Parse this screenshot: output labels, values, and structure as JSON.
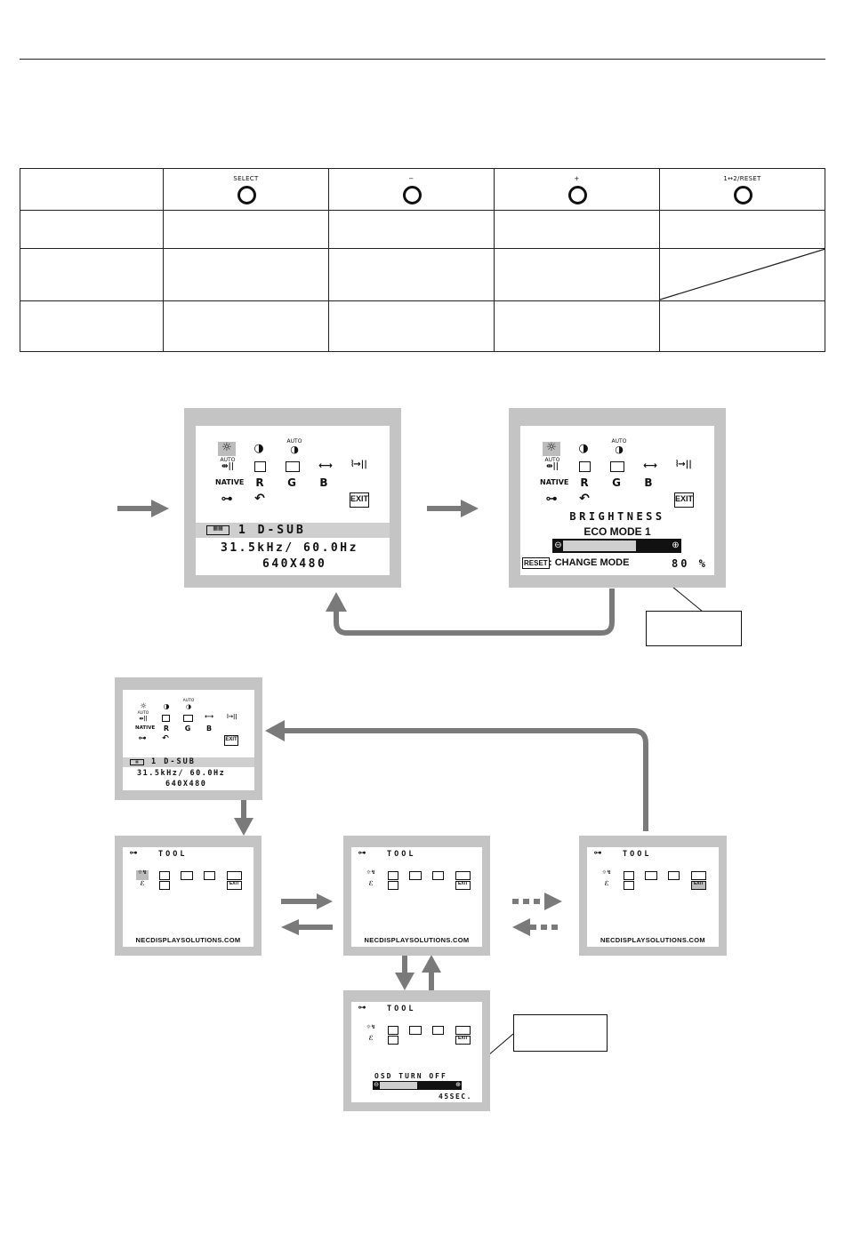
{
  "table": {
    "buttons": [
      {
        "label": "SELECT"
      },
      {
        "label": "−"
      },
      {
        "label": "+"
      },
      {
        "label": "1↔2/RESET"
      }
    ]
  },
  "screen_main": {
    "icons_row1": [
      "☼",
      "◑",
      "AUTO"
    ],
    "icons_row2": [
      "AUTO"
    ],
    "icons_row3": [
      "NATIVE",
      "R",
      "G",
      "B"
    ],
    "exit_label": "EXIT",
    "input_label": "1 D-SUB",
    "freq_label": "31.5kHz/ 60.0Hz",
    "res_label": "640X480"
  },
  "screen_brightness": {
    "title": "BRIGHTNESS",
    "mode": "ECO MODE 1",
    "reset_tag": "RESET",
    "change_mode": ": CHANGE MODE",
    "value": "80 %",
    "bar_fraction": 0.68
  },
  "tool_screens": {
    "header": "TOOL",
    "url": "NECDISPLAYSOLUTIONS.COM",
    "exit_label": "EXIT"
  },
  "screen_osd_turnoff": {
    "label": "OSD TURN OFF",
    "value": "45SEC.",
    "bar_fraction": 0.5
  },
  "colors": {
    "frame": "#c4c4c4",
    "arrow": "#7a7a7a",
    "selection": "#bcbcbc"
  }
}
